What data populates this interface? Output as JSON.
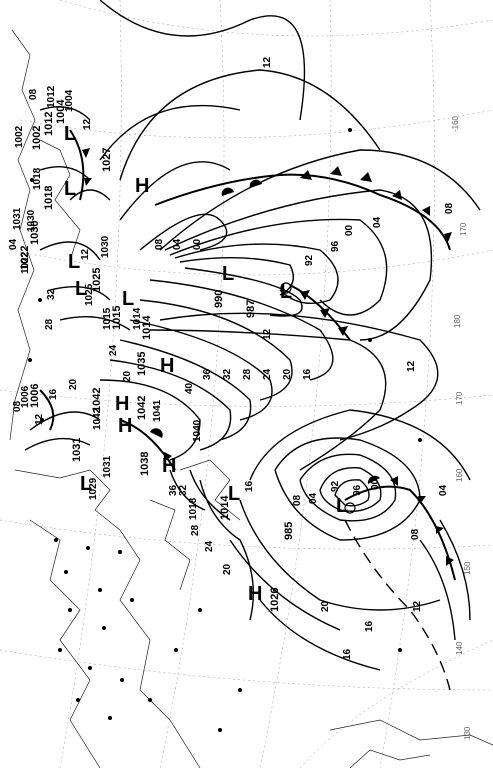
{
  "map": {
    "pressure_centers": [
      {
        "type": "H",
        "value": "1027"
      },
      {
        "type": "L",
        "value": "990"
      },
      {
        "type": "L",
        "value": "987"
      },
      {
        "type": "H",
        "value": "1035"
      },
      {
        "type": "H",
        "value": "1042"
      },
      {
        "type": "H",
        "value": "1042"
      },
      {
        "type": "H",
        "value": "1038"
      },
      {
        "type": "L",
        "value": "1031"
      },
      {
        "type": "L",
        "value": "1014"
      },
      {
        "type": "L",
        "value": "985"
      },
      {
        "type": "H",
        "value": "1026"
      },
      {
        "type": "L",
        "value": "1022"
      },
      {
        "type": "L",
        "value": "1025"
      },
      {
        "type": "L",
        "value": "1015"
      },
      {
        "type": "L",
        "value": "1014"
      },
      {
        "type": "L",
        "value": "1018"
      },
      {
        "type": "L",
        "value": "1006"
      },
      {
        "type": "L",
        "value": "1030"
      },
      {
        "type": "L",
        "value": "1004"
      },
      {
        "type": "L",
        "value": "1002"
      },
      {
        "type": "L",
        "value": "1012"
      }
    ],
    "isobar_labels": [
      "12",
      "08",
      "04",
      "00",
      "96",
      "92",
      "00",
      "04",
      "08",
      "12",
      "16",
      "20",
      "24",
      "28",
      "32",
      "36",
      "40",
      "12",
      "08",
      "04",
      "00",
      "96",
      "92",
      "16",
      "20",
      "24",
      "28",
      "32",
      "36",
      "20",
      "16",
      "12",
      "08",
      "04",
      "16",
      "20",
      "24",
      "28",
      "32",
      "12",
      "08",
      "04",
      "08",
      "12",
      "16",
      "20",
      "12"
    ],
    "graticule_labels": [
      "-160",
      "170",
      "180",
      "170",
      "160",
      "150",
      "140",
      "130"
    ],
    "coastal_labels": [
      "1031",
      "1030",
      "1022",
      "1018",
      "1002",
      "1004",
      "1012",
      "1030",
      "1025",
      "1015",
      "1014",
      "1006",
      "1042",
      "1041",
      "1040",
      "1031",
      "1029",
      "1018"
    ]
  }
}
